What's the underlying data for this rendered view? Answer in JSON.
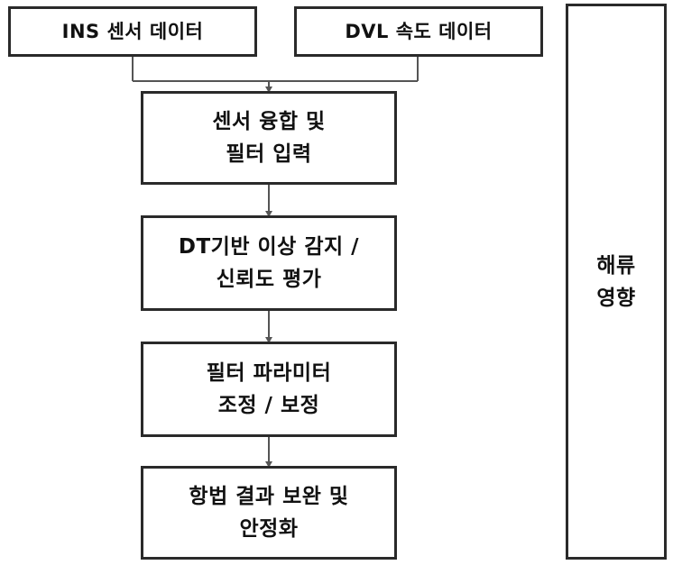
{
  "inputs": {
    "ins": "INS 센서 데이터",
    "dvl": "DVL 속도 데이터"
  },
  "steps": [
    {
      "line1": "센서 융합 및",
      "line2": "필터 입력"
    },
    {
      "line1": "DT기반 이상 감지 /",
      "line2": "신뢰도 평가"
    },
    {
      "line1": "필터 파라미터",
      "line2": "조정 / 보정"
    },
    {
      "line1": "항법 결과 보완 및",
      "line2": "안정화"
    }
  ],
  "side": {
    "line1": "해류",
    "line2": "영향"
  },
  "colors": {
    "border": "#2a2a2a",
    "connector": "#555555"
  }
}
